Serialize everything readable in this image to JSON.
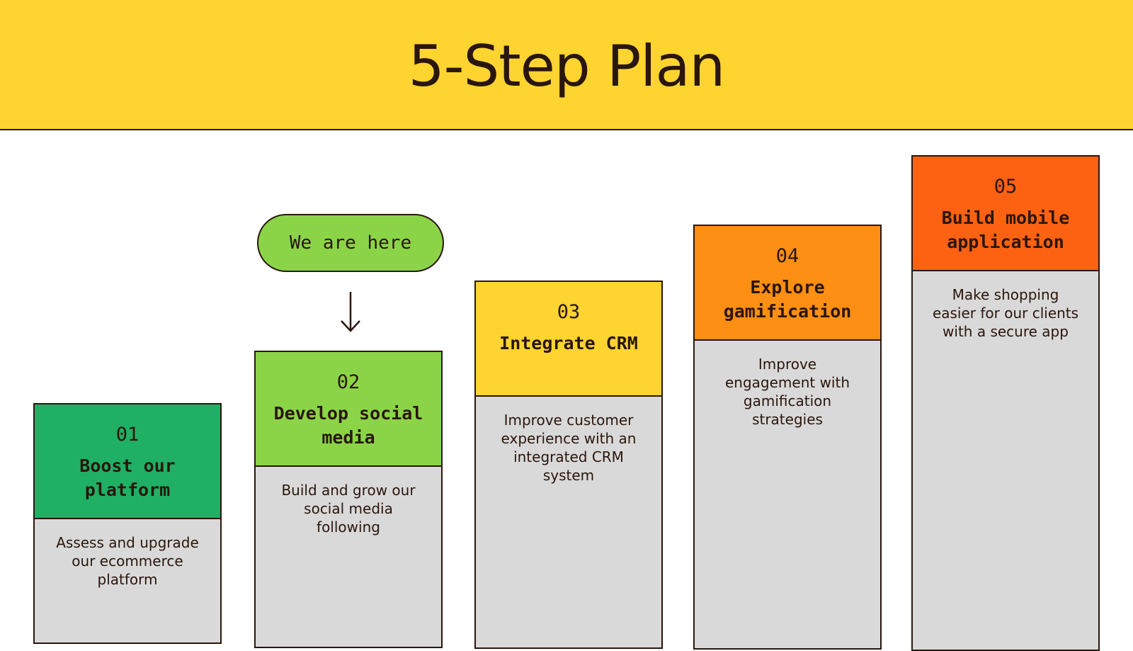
{
  "title": "5-Step Plan",
  "colors": {
    "header_background": "#fdd430",
    "outline": "#2a160c",
    "body_panel": "#d9d9d9",
    "marker": "#8bd448"
  },
  "marker": {
    "label": "We are here",
    "icon": "arrow-down-icon"
  },
  "steps": [
    {
      "number": "01",
      "title": "Boost our platform",
      "description": "Assess and upgrade our ecommerce platform",
      "color": "#20b065"
    },
    {
      "number": "02",
      "title": "Develop social media",
      "description": "Build and grow our social media following",
      "color": "#8bd448"
    },
    {
      "number": "03",
      "title": "Integrate CRM",
      "description": "Improve customer experience with an integrated CRM system",
      "color": "#fdd430"
    },
    {
      "number": "04",
      "title": "Explore gamification",
      "description": "Improve engagement with gamification strategies",
      "color": "#fd8f14"
    },
    {
      "number": "05",
      "title": "Build mobile application",
      "description": "Make shopping easier for our clients with a secure app",
      "color": "#fd6213"
    }
  ]
}
